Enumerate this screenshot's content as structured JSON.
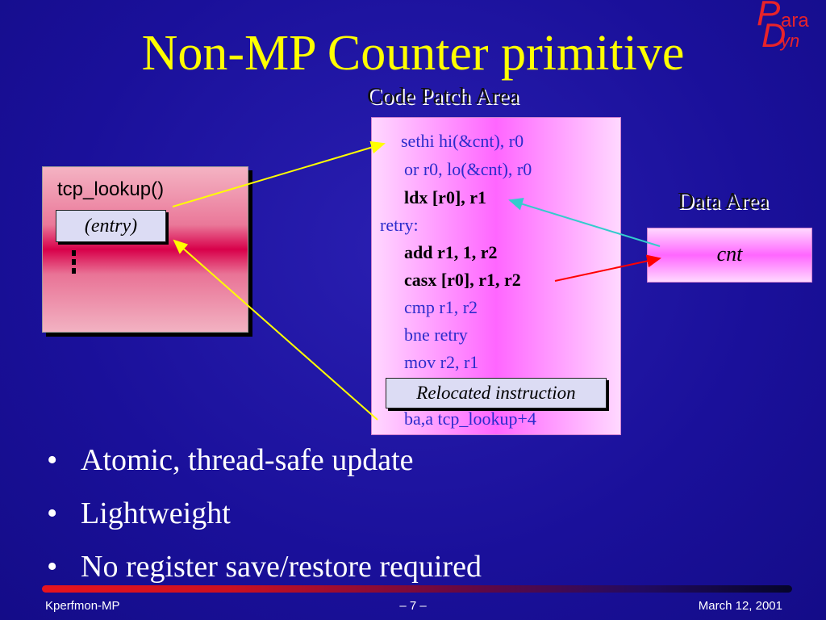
{
  "title": "Non-MP Counter primitive",
  "logo": {
    "p": "P",
    "ara": "ara",
    "d": "D",
    "yn": "yn"
  },
  "code_area": {
    "label": "Code Patch Area",
    "lines": [
      {
        "text": "sethi hi(&cnt), r0",
        "style": "normal"
      },
      {
        "text": "or r0, lo(&cnt), r0",
        "style": "normal"
      },
      {
        "text": "ldx [r0], r1",
        "style": "bold"
      },
      {
        "text": "retry:",
        "style": "normal"
      },
      {
        "text": "add r1, 1, r2",
        "style": "bold"
      },
      {
        "text": "casx [r0], r1, r2",
        "style": "bold"
      },
      {
        "text": "cmp r1, r2",
        "style": "normal"
      },
      {
        "text": "bne retry",
        "style": "normal"
      },
      {
        "text": "mov r2, r1",
        "style": "normal"
      },
      {
        "text": "ba,a tcp_lookup+4",
        "style": "normal"
      }
    ],
    "relocated_label": "Relocated instruction"
  },
  "function_box": {
    "label": "tcp_lookup()",
    "entry_label": "(entry)"
  },
  "data_area": {
    "label": "Data Area",
    "value_label": "cnt"
  },
  "bullets": [
    "Atomic, thread-safe update",
    "Lightweight",
    "No register save/restore required"
  ],
  "bullet_symbol": "•",
  "footer": {
    "left": "Kperfmon-MP",
    "center": "– 7 –",
    "right": "March 12, 2001"
  },
  "colors": {
    "background": "#1c12a0",
    "title": "#ffff00",
    "arrow_yellow": "#ffff00",
    "arrow_teal": "#33cccc",
    "arrow_red": "#ff0000",
    "code_blue": "#2c2ccc"
  }
}
